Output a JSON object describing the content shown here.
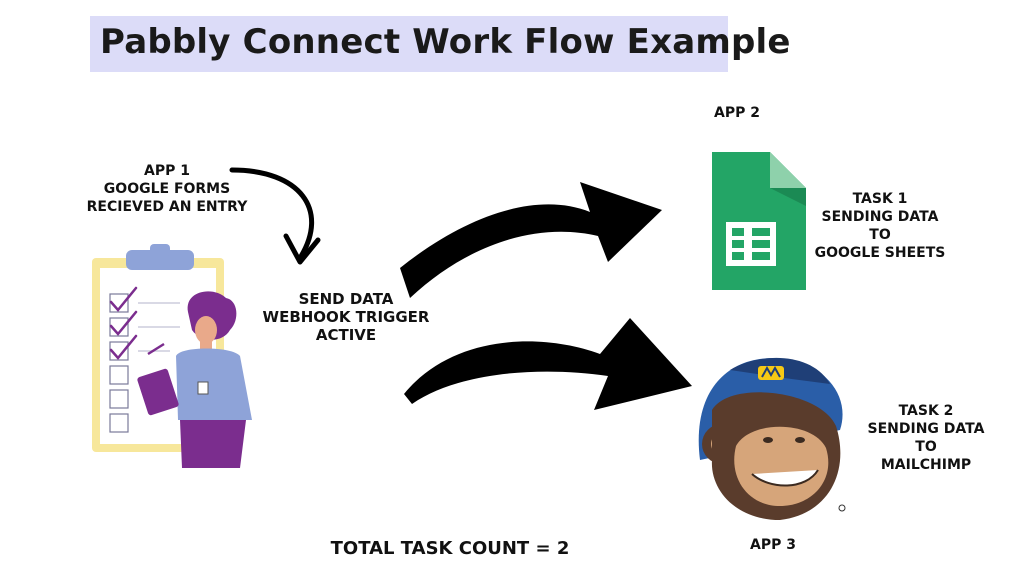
{
  "title": "Pabbly Connect Work Flow  Example",
  "app1": {
    "lines": [
      "APP 1",
      "GOOGLE FORMS",
      "RECIEVED AN ENTRY"
    ]
  },
  "trigger": {
    "lines": [
      "SEND DATA",
      "WEBHOOK  TRIGGER",
      "ACTIVE"
    ]
  },
  "app2": {
    "label": "APP 2"
  },
  "task1": {
    "lines": [
      "TASK 1",
      "SENDING DATA",
      "TO",
      "GOOGLE SHEETS"
    ]
  },
  "task2": {
    "lines": [
      "TASK 2",
      "SENDING DATA",
      "TO",
      "MAILCHIMP"
    ]
  },
  "app3": {
    "label": "APP 3"
  },
  "total": "TOTAL TASK COUNT = 2",
  "colors": {
    "title_bg": "#dcdcf8",
    "sheets_green": "#23a566",
    "arrow": "#000000"
  },
  "icons": [
    "curved-arrow-icon",
    "big-arrow-icon",
    "google-sheets-icon",
    "mailchimp-icon",
    "checklist-person-icon"
  ]
}
